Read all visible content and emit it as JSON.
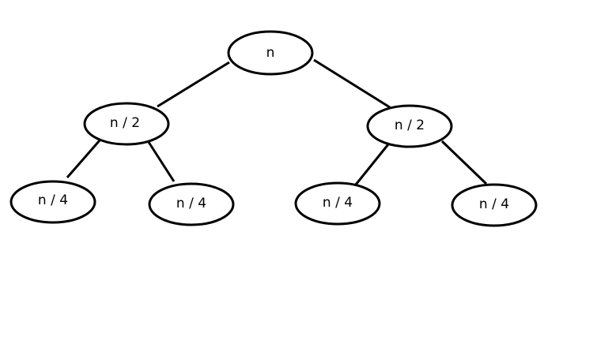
{
  "diagram": {
    "nodes": [
      {
        "id": "root",
        "label": "n"
      },
      {
        "id": "left-half",
        "label": "n / 2"
      },
      {
        "id": "right-half",
        "label": "n / 2"
      },
      {
        "id": "left-left-quarter",
        "label": "n / 4"
      },
      {
        "id": "left-right-quarter",
        "label": "n / 4"
      },
      {
        "id": "right-left-quarter",
        "label": "n / 4"
      },
      {
        "id": "right-right-quarter",
        "label": "n / 4"
      }
    ],
    "edges": [
      {
        "from": "root",
        "to": "left-half"
      },
      {
        "from": "root",
        "to": "right-half"
      },
      {
        "from": "left-half",
        "to": "left-left-quarter"
      },
      {
        "from": "left-half",
        "to": "left-right-quarter"
      },
      {
        "from": "right-half",
        "to": "right-left-quarter"
      },
      {
        "from": "right-half",
        "to": "right-right-quarter"
      }
    ],
    "colors": {
      "stroke": "#000000",
      "fill": "#ffffff"
    }
  }
}
